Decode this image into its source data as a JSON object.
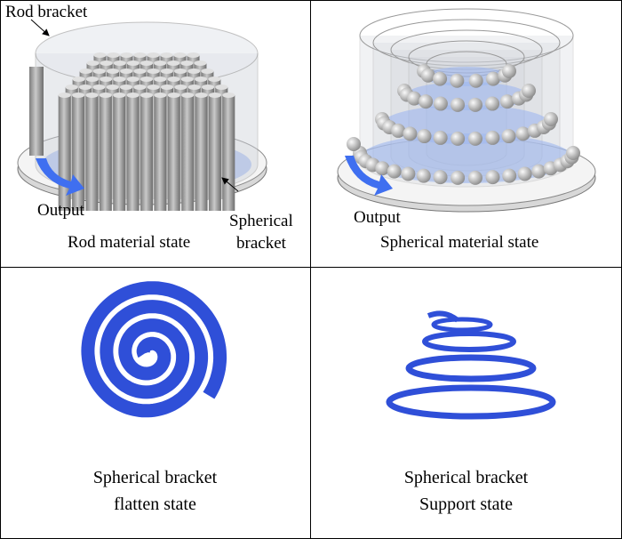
{
  "panels": {
    "rod": {
      "caption": "Rod material state",
      "label_rod_bracket": "Rod bracket",
      "label_output": "Output",
      "label_spherical_1": "Spherical",
      "label_spherical_2": "bracket"
    },
    "sphere": {
      "caption": "Spherical material state",
      "label_output": "Output"
    },
    "flatten": {
      "caption_1": "Spherical bracket",
      "caption_2": "flatten state"
    },
    "support": {
      "caption_1": "Spherical bracket",
      "caption_2": "Support state"
    }
  },
  "colors": {
    "bracket_blue": "#2f4fd8",
    "rod_gray": "#9a9a9a",
    "arrow_blue": "#3f6ff0"
  }
}
